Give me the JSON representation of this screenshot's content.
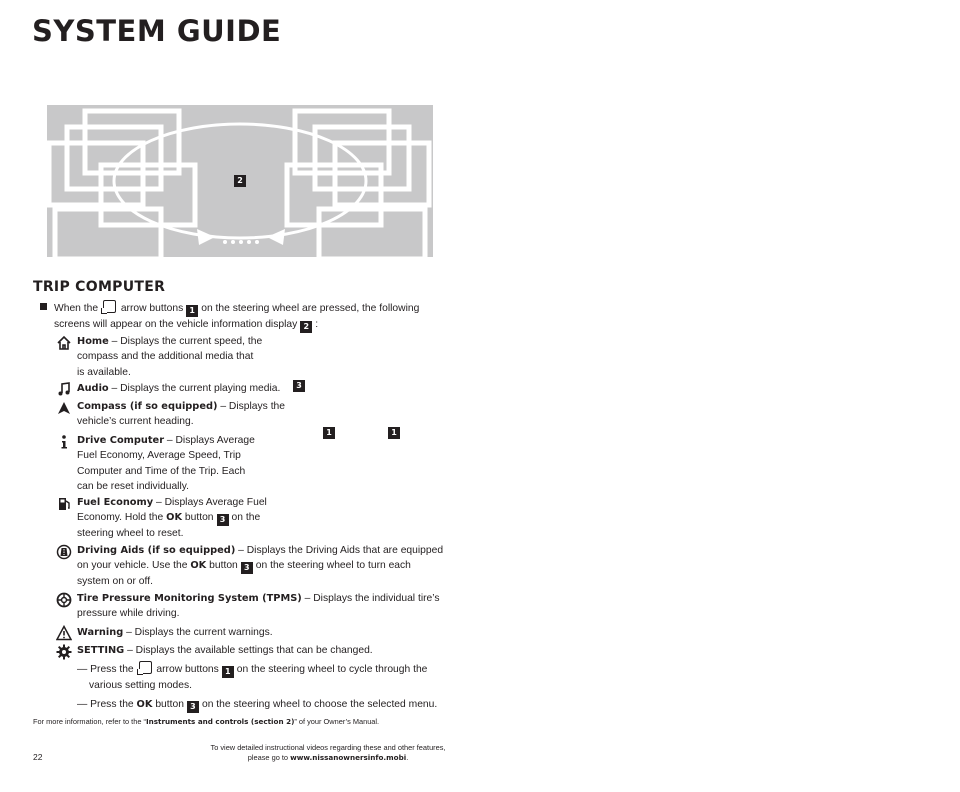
{
  "header": {
    "title": "SYSTEM GUIDE"
  },
  "illustration": {
    "callout": "2"
  },
  "callouts": {
    "c3": "3",
    "c1a": "1",
    "c1b": "1"
  },
  "trip": {
    "title": "TRIP COMPUTER",
    "intro": {
      "p1": "When the",
      "p2": "arrow buttons",
      "n1": "1",
      "p3": "on the steering wheel are pressed, the following",
      "line2": "screens will appear on the vehicle information display",
      "n2": "2",
      "colon": ":"
    },
    "items": {
      "home": {
        "title": "Home",
        "l1": " – Displays the current speed, the",
        "l2": "compass and the additional media that",
        "l3": "is available."
      },
      "audio": {
        "title": "Audio",
        "l1": " – Displays the current playing media."
      },
      "compass": {
        "title": "Compass (if so equipped)",
        "l1": " – Displays the",
        "l2": "vehicle’s current heading."
      },
      "drive": {
        "title": "Drive Computer",
        "l1": " – Displays Average",
        "l2": "Fuel Economy, Average Speed, Trip",
        "l3": "Computer and Time of the Trip. Each",
        "l4": "can be reset individually."
      },
      "fuel": {
        "title": "Fuel Economy",
        "l1": " – Displays Average Fuel",
        "l2a": "Economy. Hold the",
        "ok": "OK",
        "l2b": "button",
        "n": "3",
        "l2c": "on the",
        "l3": "steering wheel to reset."
      },
      "aids": {
        "title": "Driving Aids (if so equipped)",
        "l1": " – Displays the Driving Aids that are equipped",
        "l2a": "on your vehicle. Use the",
        "ok": "OK",
        "l2b": "button",
        "n": "3",
        "l2c": "on the steering wheel to turn each",
        "l3": "system on or off."
      },
      "tpms": {
        "title": "Tire Pressure Monitoring System (TPMS)",
        "l1": " – Displays the individual tire’s",
        "l2": "pressure while driving."
      },
      "warning": {
        "title": "Warning",
        "l1": " – Displays the current warnings."
      },
      "setting": {
        "title": "SETTING",
        "l1": " – Displays the available settings that can be changed.",
        "s1a": "— Press the",
        "s1b": "arrow buttons",
        "s1n": "1",
        "s1c": "on the steering wheel to cycle through the",
        "s1d": "various setting modes.",
        "s2a": "— Press the",
        "s2ok": "OK",
        "s2b": "button",
        "s2n": "3",
        "s2c": "on the steering wheel to choose the selected menu."
      }
    }
  },
  "footer": {
    "note_a": "For more information, refer to the “",
    "note_b": "Instruments and controls (section 2)",
    "note_c": "” of your Owner’s Manual.",
    "page": "22",
    "center_l1": "To view detailed instructional videos regarding these and other features,",
    "center_l2a": "please go to ",
    "center_l2b": "www.nissanownersinfo.mobi",
    "center_l2c": "."
  },
  "icons": [
    "home-icon",
    "music-note-icon",
    "compass-arrow-icon",
    "info-icon",
    "fuel-pump-icon",
    "driving-aids-icon",
    "tire-icon",
    "warning-icon",
    "gear-icon",
    "arrow-button-icon"
  ]
}
